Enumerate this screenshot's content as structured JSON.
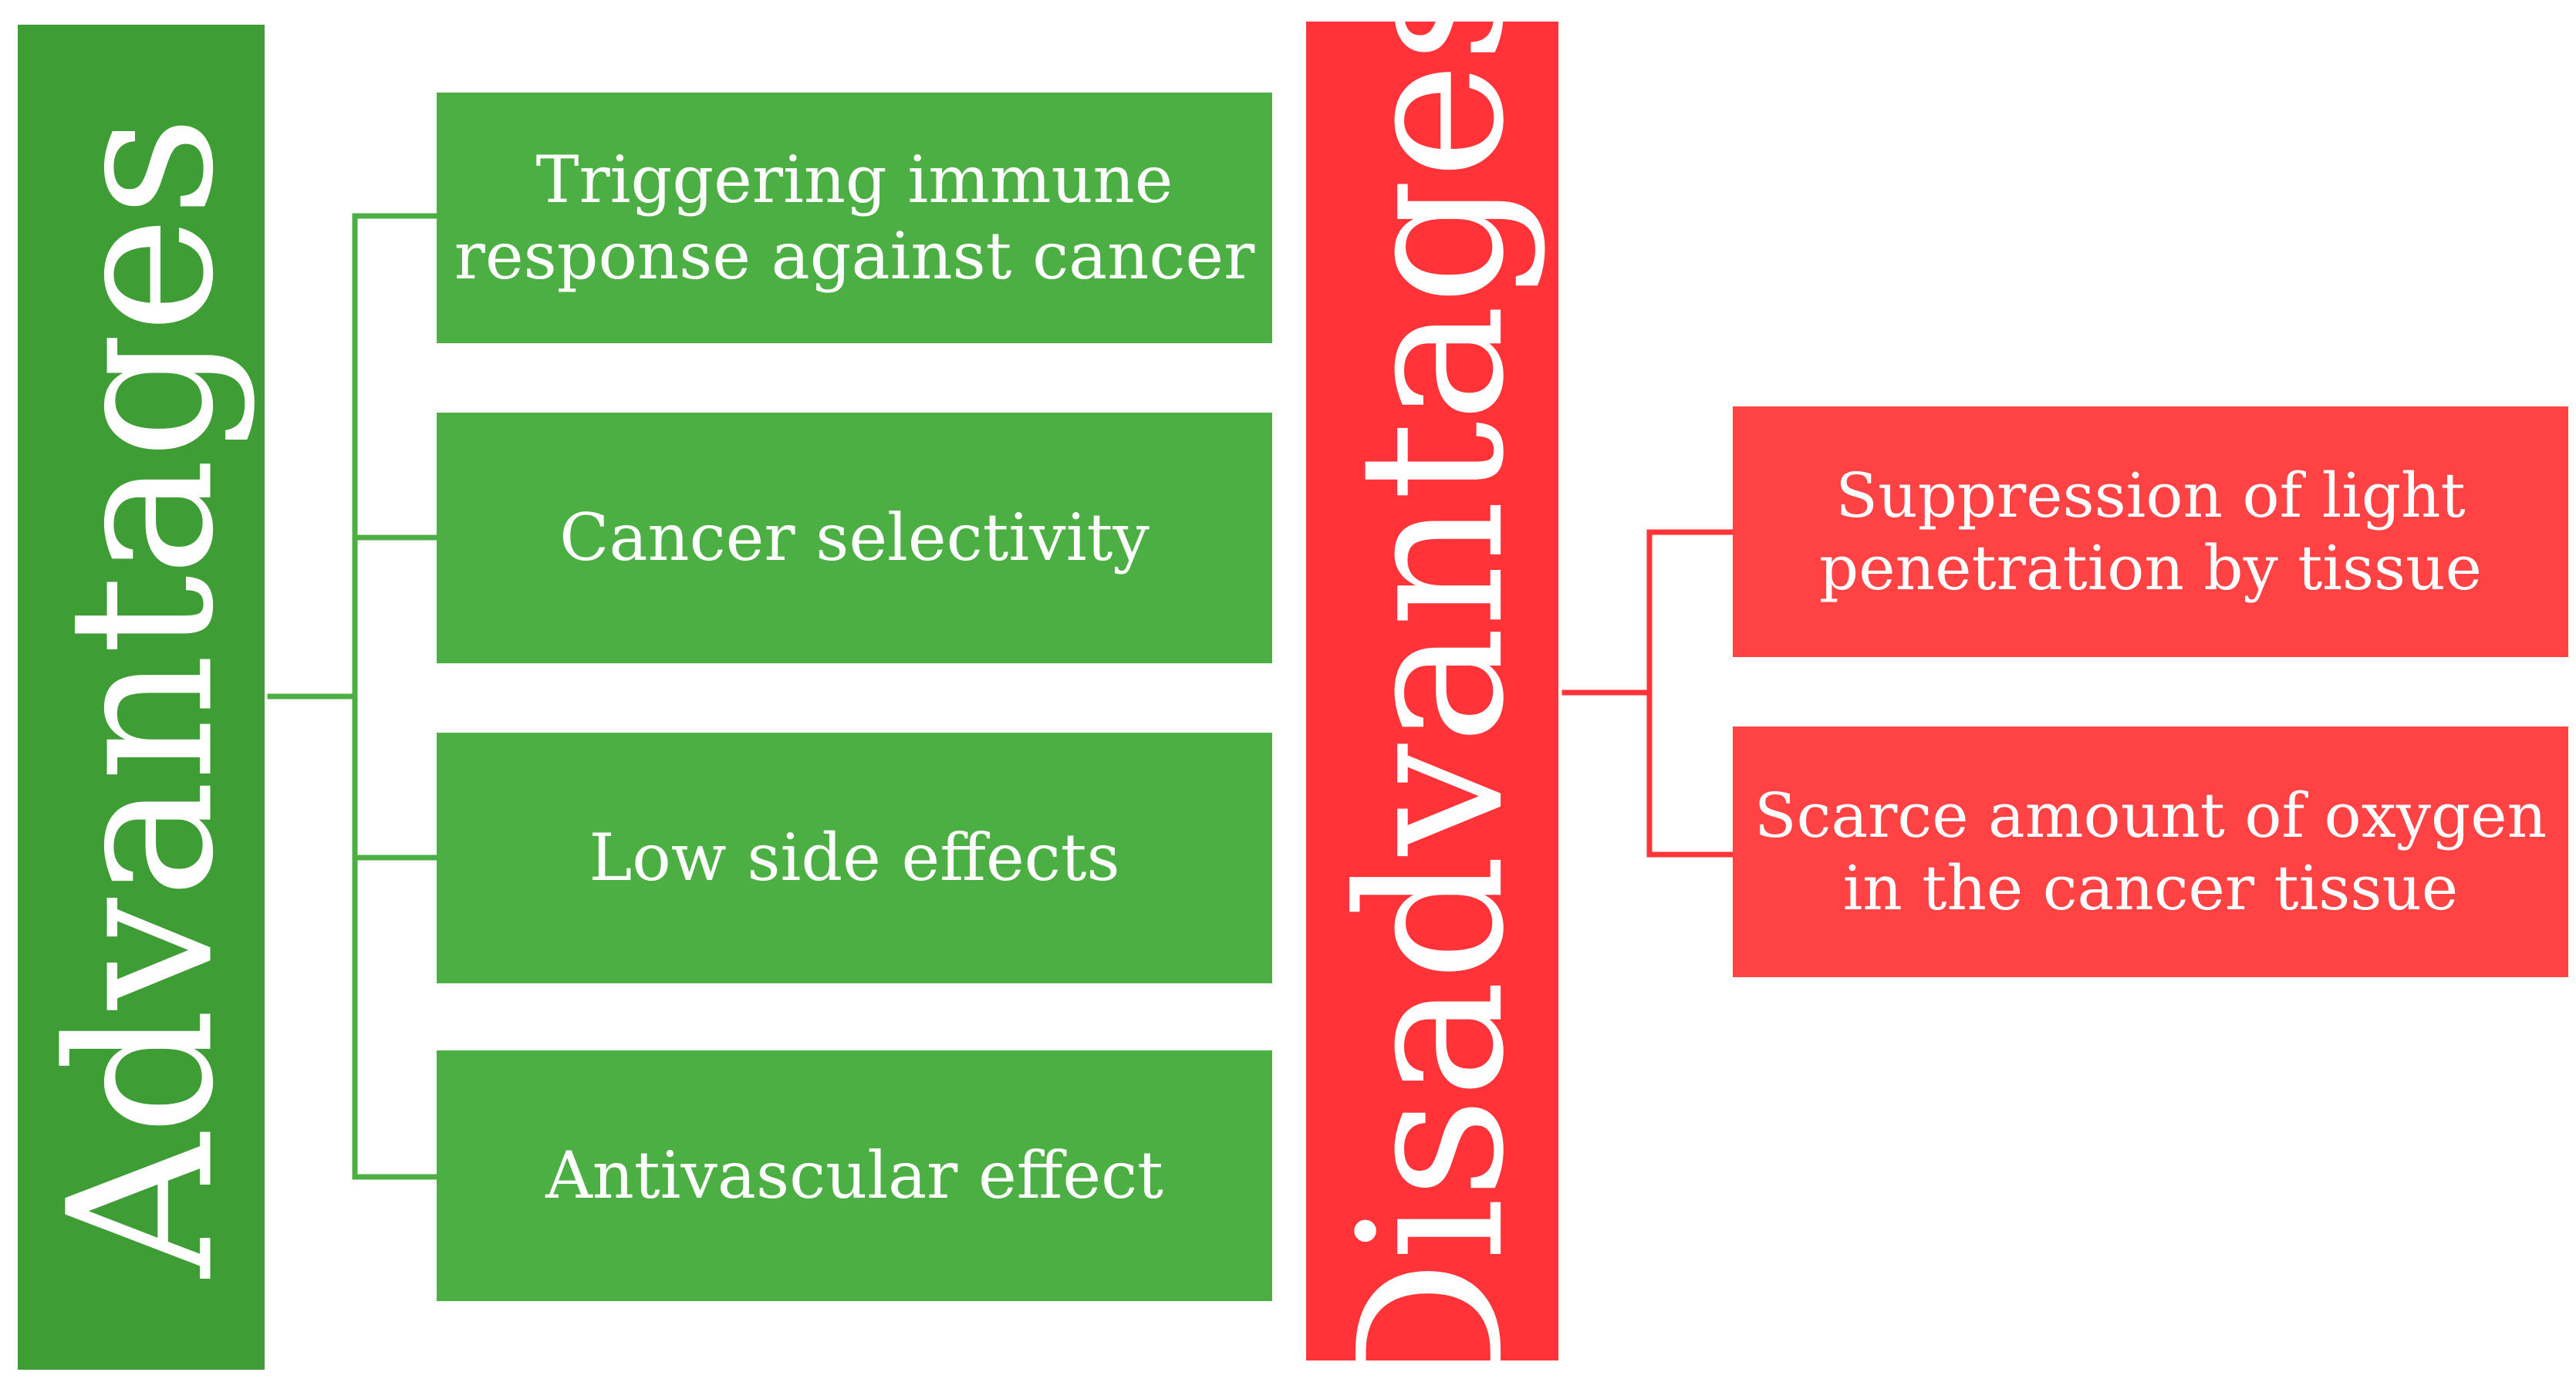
{
  "colors": {
    "advantages_bar": "#3e9d35",
    "advantages_box": "#4caf43",
    "advantages_line": "#4caf43",
    "disadvantages_bar": "#ff3338",
    "disadvantages_box": "#ff4244",
    "disadvantages_line": "#ff3338"
  },
  "advantages": {
    "title": "Advantages",
    "items": [
      {
        "lines": [
          "Triggering immune",
          "response against cancer"
        ]
      },
      {
        "lines": [
          "Cancer selectivity"
        ]
      },
      {
        "lines": [
          "Low side effects"
        ]
      },
      {
        "lines": [
          "Antivascular effect"
        ]
      }
    ]
  },
  "disadvantages": {
    "title": "Disadvantages",
    "items": [
      {
        "lines": [
          "Suppression of light",
          "penetration by tissue"
        ]
      },
      {
        "lines": [
          "Scarce amount of oxygen",
          "in the cancer tissue"
        ]
      }
    ]
  }
}
